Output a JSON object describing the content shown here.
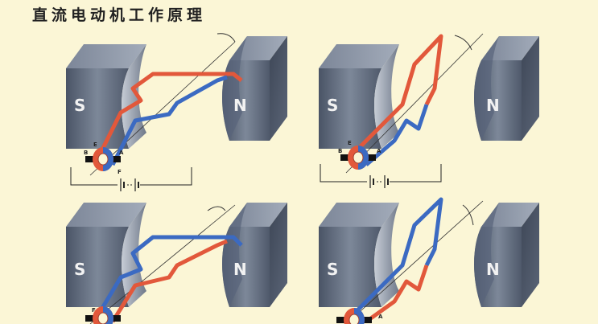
{
  "title": "直流电动机工作原理",
  "pole_south": "S",
  "pole_north": "N",
  "brush_a": "A",
  "brush_b": "B",
  "segment_e": "E",
  "segment_f": "F",
  "colors": {
    "background": "#fbf6d6",
    "magnet_face": "#5f6b7e",
    "magnet_top": "#8a94a4",
    "coil_red": "#e2583b",
    "coil_blue": "#3b6ac2"
  },
  "panels": [
    {
      "id": "top-left"
    },
    {
      "id": "top-right"
    },
    {
      "id": "bottom-left"
    },
    {
      "id": "bottom-right"
    }
  ]
}
